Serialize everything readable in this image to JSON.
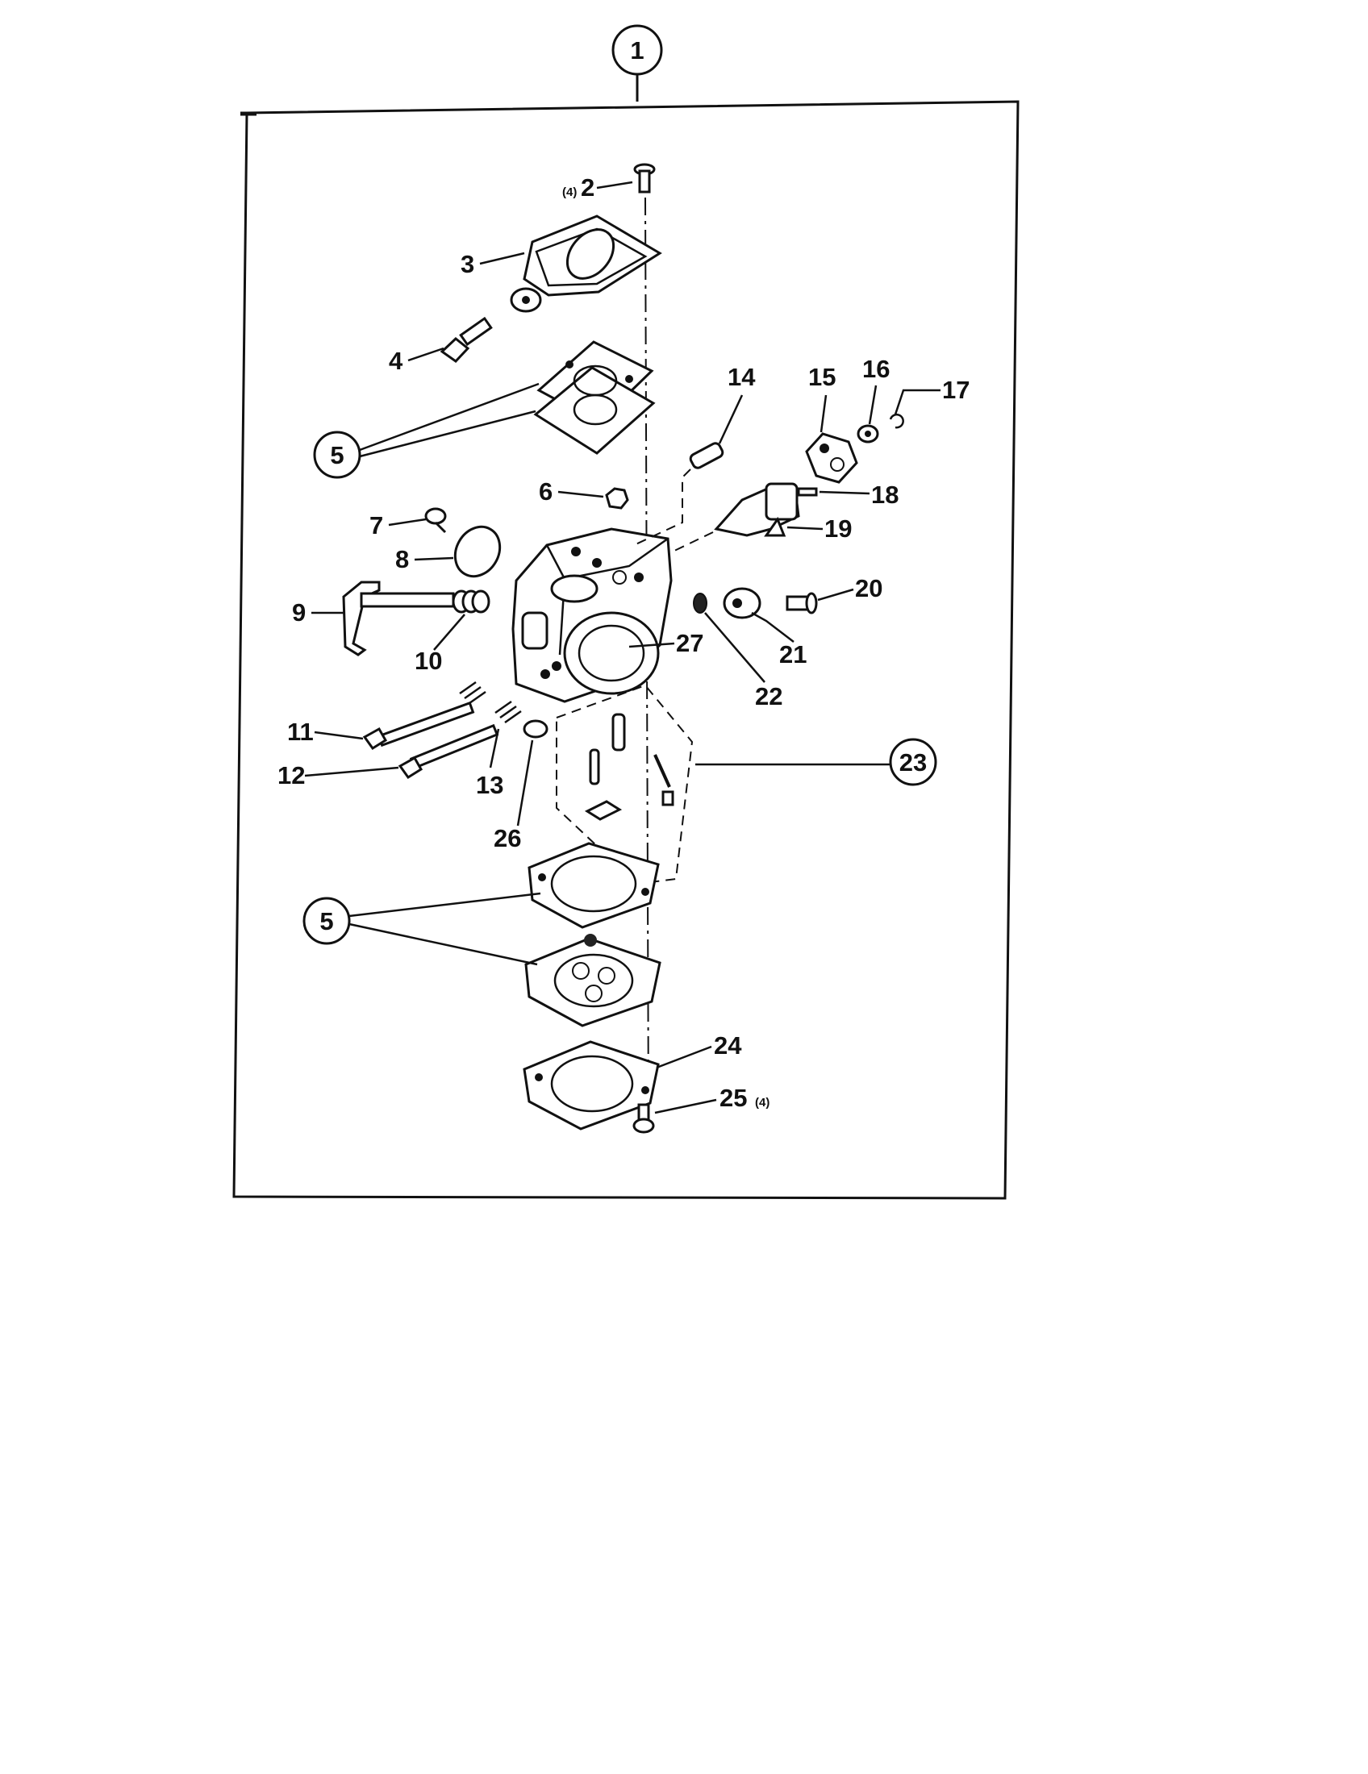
{
  "diagram": {
    "assembly_callout": "1",
    "callouts": {
      "c2": "2",
      "c2_qty": "(4)",
      "c3": "3",
      "c4": "4",
      "c5_upper": "5",
      "c5_lower": "5",
      "c6": "6",
      "c7": "7",
      "c8": "8",
      "c9": "9",
      "c10": "10",
      "c11": "11",
      "c12": "12",
      "c13": "13",
      "c14": "14",
      "c15": "15",
      "c16": "16",
      "c17": "17",
      "c18": "18",
      "c19": "19",
      "c20": "20",
      "c21": "21",
      "c22": "22",
      "c23": "23",
      "c24": "24",
      "c25": "25",
      "c25_qty": "(4)",
      "c26": "26",
      "c27": "27"
    }
  }
}
